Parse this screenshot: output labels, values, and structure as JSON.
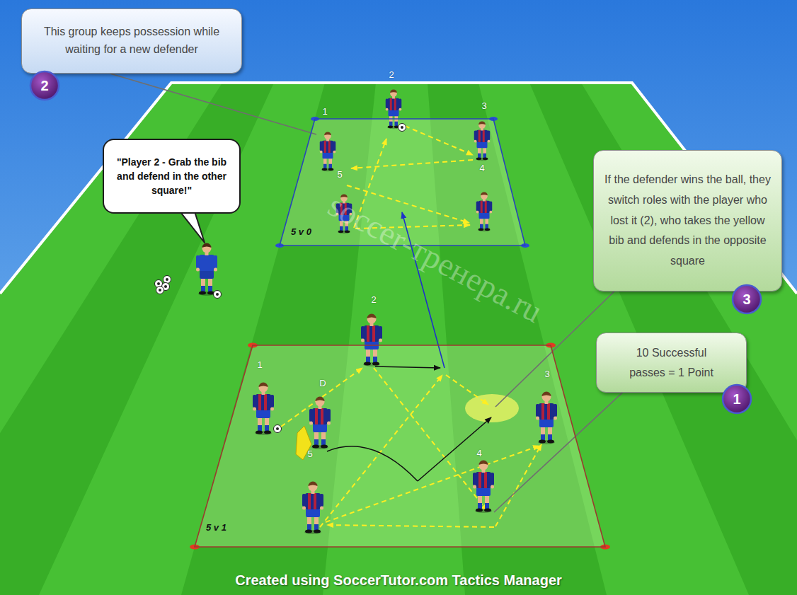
{
  "diagram": {
    "nodes": [
      {
        "text": [
          "This group keeps possession while waiting for a new defender"
        ]
      },
      {
        "text": [
          "2"
        ],
        "in": 0
      },
      {
        "text": [
          "\"Player 2 - Grab the bib and defend in the other square!\""
        ]
      },
      {
        "text": [
          "5 v 0"
        ]
      },
      {
        "text": [
          "If the defender wins the ball, they switch roles with the player who lost it (2), who takes the yellow bib and defends in the opposite square"
        ]
      },
      {
        "text": [
          "3"
        ],
        "in": 4
      },
      {
        "text": [
          "10 Successful passes = 1 Point"
        ]
      },
      {
        "text": [
          "1"
        ],
        "in": 6
      },
      {
        "text": [
          "5 v 1"
        ]
      }
    ],
    "edges": [
      {
        "from": 0,
        "to": 3,
        "arrow": "none"
      },
      {
        "from": 4,
        "to": 8,
        "arrow": "none"
      },
      {
        "from": 6,
        "to": 8,
        "arrow": "none"
      }
    ],
    "labels": [
      "2",
      "1",
      "3",
      "4",
      "5",
      "2",
      "1",
      "D",
      "3",
      "4",
      "5",
      "Created using SoccerTutor.com Tactics Manager",
      "soccer-тренера.ru"
    ]
  }
}
